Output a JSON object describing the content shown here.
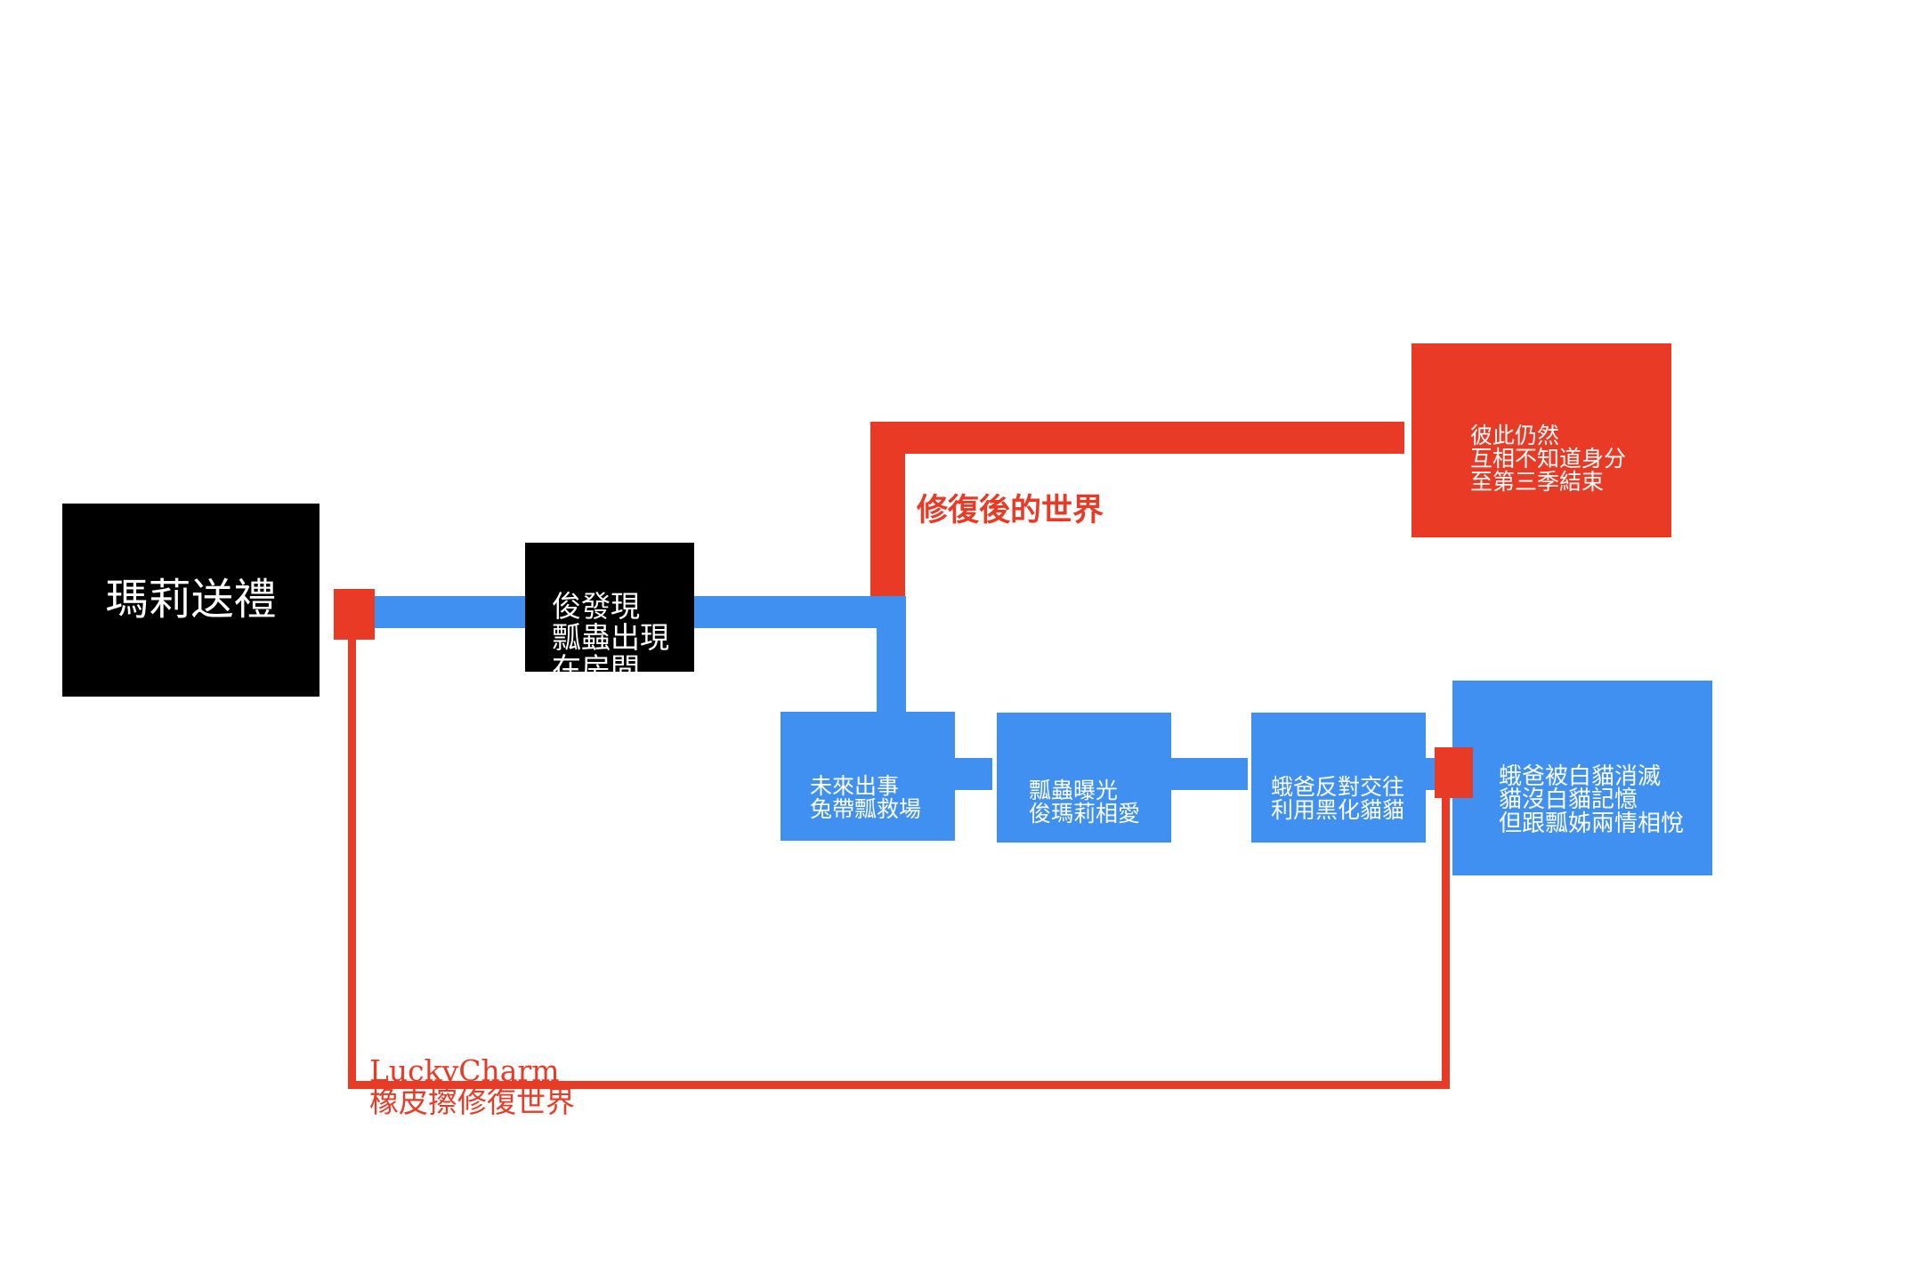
{
  "colors": {
    "blue": "#4090f2",
    "red": "#e83a24",
    "black": "#000000",
    "text_on_box": "#ffffff"
  },
  "nodes": {
    "start": "瑪莉送禮",
    "discover": "俊發現\n瓢蟲出現\n在房間",
    "future": "未來出事\n兔帶瓢救場",
    "exposed": "瓢蟲曝光\n俊瑪莉相愛",
    "oppose": "蛾爸反對交往\n利用黑化貓貓",
    "destroyed": "蛾爸被白貓消滅\n貓沒白貓記憶\n但跟瓢姊兩情相悅",
    "restored_end": "彼此仍然\n互相不知道身分\n至第三季結束"
  },
  "labels": {
    "restored_world": "修復後的世界",
    "lucky_charm": "LuckyCharm\n橡皮擦修復世界"
  }
}
